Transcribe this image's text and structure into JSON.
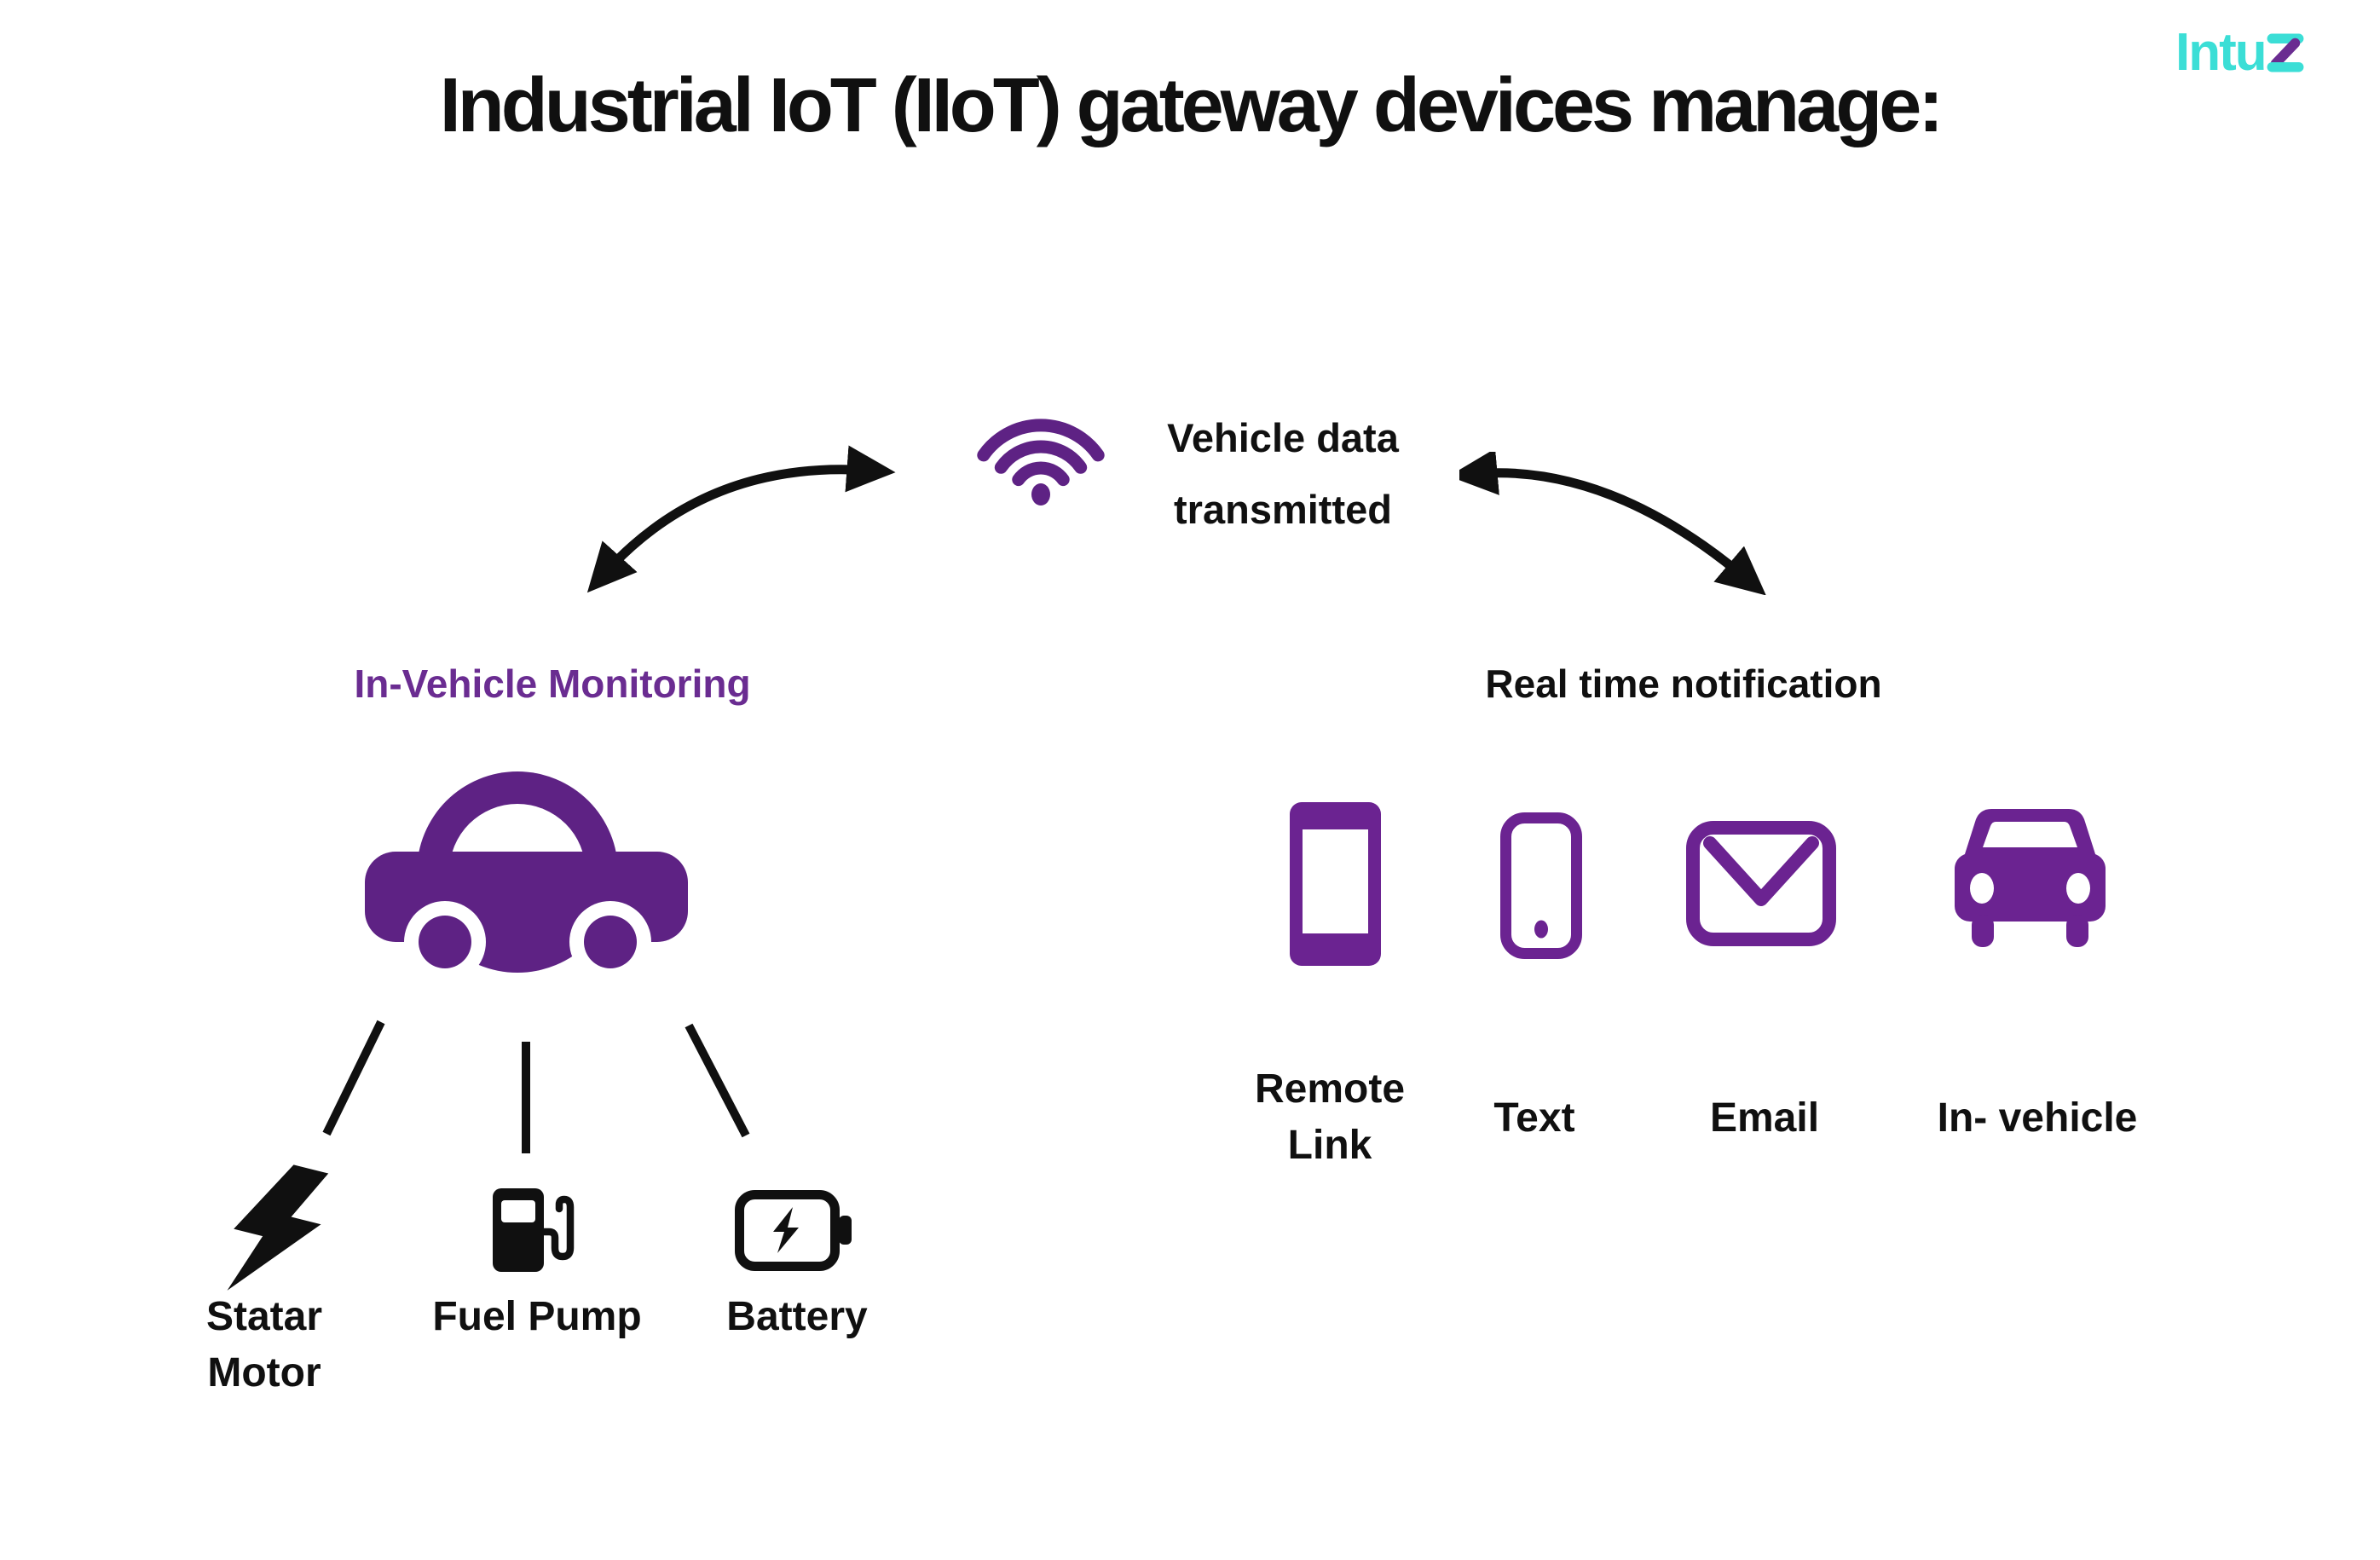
{
  "title": "Industrial IoT (IIoT) gateway devices manage:",
  "brand": {
    "name": "Intuz",
    "logo_text_part": "Intu"
  },
  "hub": {
    "icon": "wifi-icon",
    "label_lines": [
      "Vehicle data",
      "transmitted"
    ]
  },
  "left_section": {
    "heading": "In-Vehicle Monitoring",
    "car_icon": "car-side-icon",
    "items": [
      {
        "icon": "lightning-icon",
        "label_lines": [
          "Statar",
          "Motor"
        ]
      },
      {
        "icon": "fuel-pump-icon",
        "label_lines": [
          "Fuel Pump"
        ]
      },
      {
        "icon": "battery-icon",
        "label_lines": [
          "Battery"
        ]
      }
    ]
  },
  "right_section": {
    "heading": "Real time notification",
    "items": [
      {
        "icon": "tablet-icon",
        "label_lines": [
          "Remote",
          "Link"
        ]
      },
      {
        "icon": "phone-icon",
        "label_lines": [
          "Text"
        ]
      },
      {
        "icon": "email-icon",
        "label_lines": [
          "Email"
        ]
      },
      {
        "icon": "car-front-icon",
        "label_lines": [
          "In- vehicle"
        ]
      }
    ]
  },
  "colors": {
    "bg": "#ffffff",
    "ink": "#101010",
    "purple": "#5E2284",
    "purple_right": "#6B2391",
    "heading_purple": "#6A2C91",
    "cyan": "#3BDED6",
    "logo_z_purple": "#6A2C91"
  }
}
